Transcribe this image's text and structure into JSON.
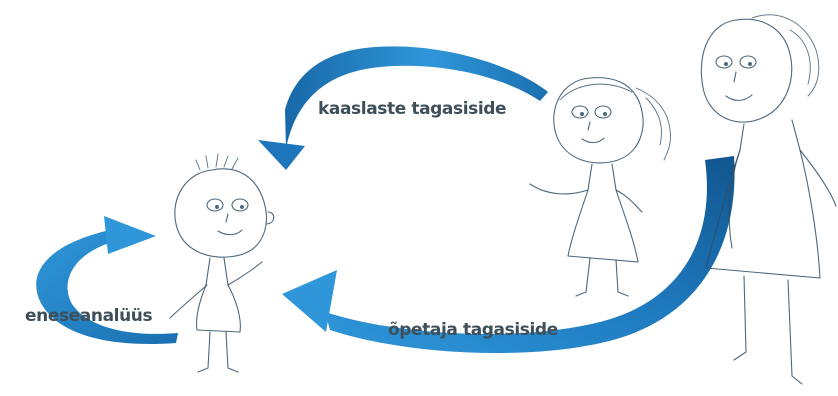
{
  "diagram": {
    "labels": {
      "peer_feedback": "kaaslaste tagasiside",
      "self_assessment": "eneseanalüüs",
      "teacher_feedback": "õpetaja tagasiside"
    },
    "figures": [
      "student",
      "peer",
      "teacher"
    ],
    "arrows": [
      "peer-feedback-arrow",
      "self-assessment-arrow",
      "teacher-feedback-arrow"
    ],
    "colors": {
      "arrow_light": "#2f97d9",
      "arrow_dark": "#1868a8",
      "label_text": "#3f4f5a",
      "sketch_line": "#2f4d66"
    }
  }
}
